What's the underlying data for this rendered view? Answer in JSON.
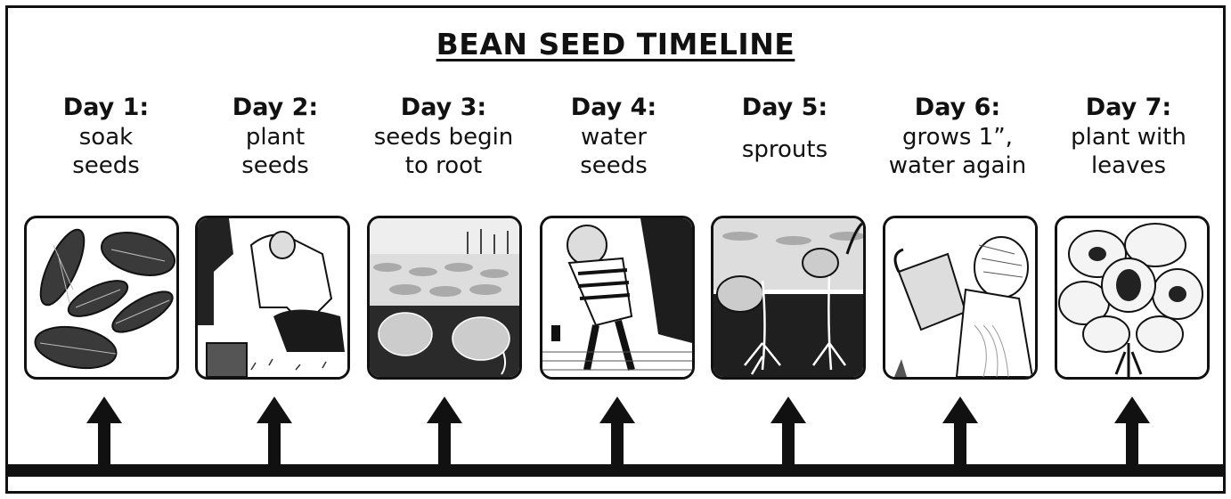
{
  "title": "BEAN SEED TIMELINE",
  "steps": [
    {
      "day": "Day 1:",
      "line1": "soak",
      "line2": "seeds",
      "picture": "bean-seeds"
    },
    {
      "day": "Day 2:",
      "line1": "plant",
      "line2": "seeds",
      "picture": "people-planting"
    },
    {
      "day": "Day 3:",
      "line1": "seeds begin",
      "line2": "to root",
      "picture": "seeds-rooting-in-field"
    },
    {
      "day": "Day 4:",
      "line1": "water",
      "line2": "seeds",
      "picture": "child-watering-garden"
    },
    {
      "day": "Day 5:",
      "line1": "sprouts",
      "line2": "",
      "picture": "bean-sprouts"
    },
    {
      "day": "Day 6:",
      "line1": "grows 1”,",
      "line2": "water again",
      "picture": "child-with-watering-can"
    },
    {
      "day": "Day 7:",
      "line1": "plant with",
      "line2": "leaves",
      "picture": "leafy-plant"
    }
  ]
}
